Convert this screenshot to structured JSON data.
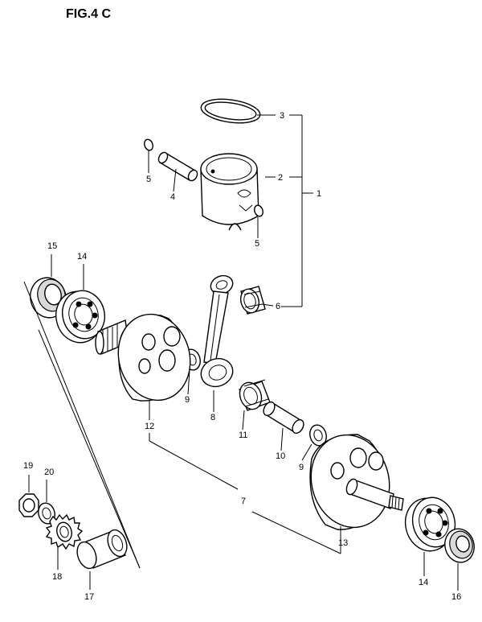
{
  "figure_title": "FIG.4 C",
  "callouts": {
    "c1": "1",
    "c2": "2",
    "c3": "3",
    "c4": "4",
    "c5a": "5",
    "c5b": "5",
    "c6": "6",
    "c7": "7",
    "c8": "8",
    "c9a": "9",
    "c9b": "9",
    "c10": "10",
    "c11": "11",
    "c12": "12",
    "c13": "13",
    "c14a": "14",
    "c14b": "14",
    "c15": "15",
    "c16": "16",
    "c17": "17",
    "c18": "18",
    "c19": "19",
    "c20": "20"
  },
  "ink_color": "#000000",
  "background_color": "#ffffff"
}
